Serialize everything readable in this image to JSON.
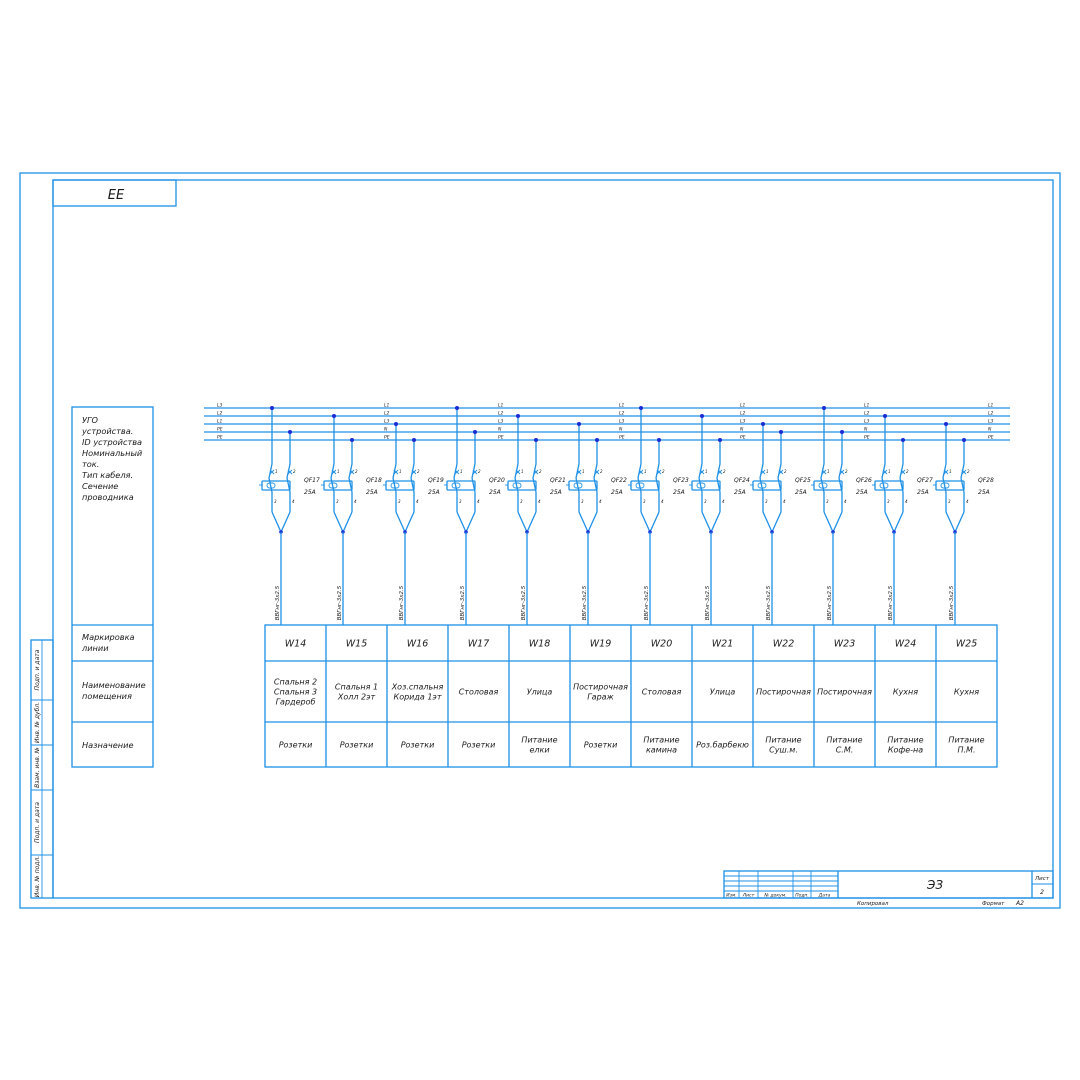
{
  "stamp_code": "ЕЕ",
  "bus_labels": [
    "L1",
    "L2",
    "L3",
    "N",
    "PE"
  ],
  "bus_groups": [
    {
      "labels": [
        "L3",
        "L2",
        "L1",
        "PE",
        "PE"
      ]
    },
    {
      "labels": [
        "L1",
        "L2",
        "L3",
        "N",
        "PE"
      ]
    },
    {
      "labels": [
        "L1",
        "L2",
        "L3",
        "N",
        "PE"
      ]
    },
    {
      "labels": [
        "L1",
        "L2",
        "L3",
        "N",
        "PE"
      ]
    },
    {
      "labels": [
        "L1",
        "L2",
        "L3",
        "N",
        "PE"
      ]
    },
    {
      "labels": [
        "L1",
        "L2",
        "L3",
        "N",
        "PE"
      ]
    },
    {
      "labels": [
        "L1",
        "L2",
        "L3",
        "N",
        "PE"
      ]
    }
  ],
  "left_table": {
    "ugo": "УГО устройства. ID устройства Номинальный ток. Тип кабеля. Сечение проводника",
    "ugo_lines": [
      "УГО",
      "устройства.",
      "ID устройства",
      "Номинальный",
      "ток.",
      "Тип кабеля.",
      "Сечение",
      "проводника"
    ],
    "marking": [
      "Маркировка",
      "линии"
    ],
    "room": [
      "Наименование",
      "помещения"
    ],
    "purpose": "Назначение"
  },
  "side_strip": [
    "Инв. № подл.",
    "Подп. и дата",
    "Взам. инв. №",
    "Инв. № дубл.",
    "Подп. и дата"
  ],
  "pin_labels": {
    "p1": "1",
    "p2": "2",
    "p3": "3",
    "p4": "4"
  },
  "circuits": [
    {
      "qf": "QF17",
      "current": "25A",
      "cable": "ВВГнг-3х2.5",
      "line": "W14",
      "room": [
        "Спальня 2",
        "Спальня 3",
        "Гардероб"
      ],
      "purpose": [
        "Розетки"
      ]
    },
    {
      "qf": "QF18",
      "current": "25A",
      "cable": "ВВГнг-3х2.5",
      "line": "W15",
      "room": [
        "Спальня 1",
        "Холл 2эт"
      ],
      "purpose": [
        "Розетки"
      ]
    },
    {
      "qf": "QF19",
      "current": "25A",
      "cable": "ВВГнг-3х2.5",
      "line": "W16",
      "room": [
        "Хоз.спальня",
        "Корида 1эт"
      ],
      "purpose": [
        "Розетки"
      ]
    },
    {
      "qf": "QF20",
      "current": "25A",
      "cable": "ВВГнг-3х2.5",
      "line": "W17",
      "room": [
        "Столовая"
      ],
      "purpose": [
        "Розетки"
      ]
    },
    {
      "qf": "QF21",
      "current": "25A",
      "cable": "ВВГнг-3х2.5",
      "line": "W18",
      "room": [
        "Улица"
      ],
      "purpose": [
        "Питание",
        "елки"
      ]
    },
    {
      "qf": "QF22",
      "current": "25A",
      "cable": "ВВГнг-3х2.5",
      "line": "W19",
      "room": [
        "Постирочная",
        "Гараж"
      ],
      "purpose": [
        "Розетки"
      ]
    },
    {
      "qf": "QF23",
      "current": "25A",
      "cable": "ВВГнг-3х2.5",
      "line": "W20",
      "room": [
        "Столовая"
      ],
      "purpose": [
        "Питание",
        "камина"
      ]
    },
    {
      "qf": "QF24",
      "current": "25A",
      "cable": "ВВГнг-3х2.5",
      "line": "W21",
      "room": [
        "Улица"
      ],
      "purpose": [
        "Роз.барбекю"
      ]
    },
    {
      "qf": "QF25",
      "current": "25A",
      "cable": "ВВГнг-3х2.5",
      "line": "W22",
      "room": [
        "Постирочная"
      ],
      "purpose": [
        "Питание",
        "Суш.м."
      ]
    },
    {
      "qf": "QF26",
      "current": "25A",
      "cable": "ВВГнг-3х2.5",
      "line": "W23",
      "room": [
        "Постирочная"
      ],
      "purpose": [
        "Питание",
        "С.М."
      ]
    },
    {
      "qf": "QF27",
      "current": "25A",
      "cable": "ВВГнг-3х2.5",
      "line": "W24",
      "room": [
        "Кухня"
      ],
      "purpose": [
        "Питание",
        "Кофе-на"
      ]
    },
    {
      "qf": "QF28",
      "current": "25A",
      "cable": "ВВГнг-3х2.5",
      "line": "W25",
      "room": [
        "Кухня"
      ],
      "purpose": [
        "Питание",
        "П.М."
      ]
    }
  ],
  "title_block": {
    "designation": "ЭЗ",
    "sheet_label": "Лист",
    "sheet_no": "2",
    "col_headers": [
      "Изм.",
      "Лист",
      "№ докум.",
      "Подп.",
      "Дата"
    ],
    "copied": "Копировал",
    "format_label": "Формат",
    "format_value": "А2"
  },
  "colors": {
    "line": "#1e90e6",
    "dot": "#1a2bd6",
    "text": "#1a1a1a"
  }
}
